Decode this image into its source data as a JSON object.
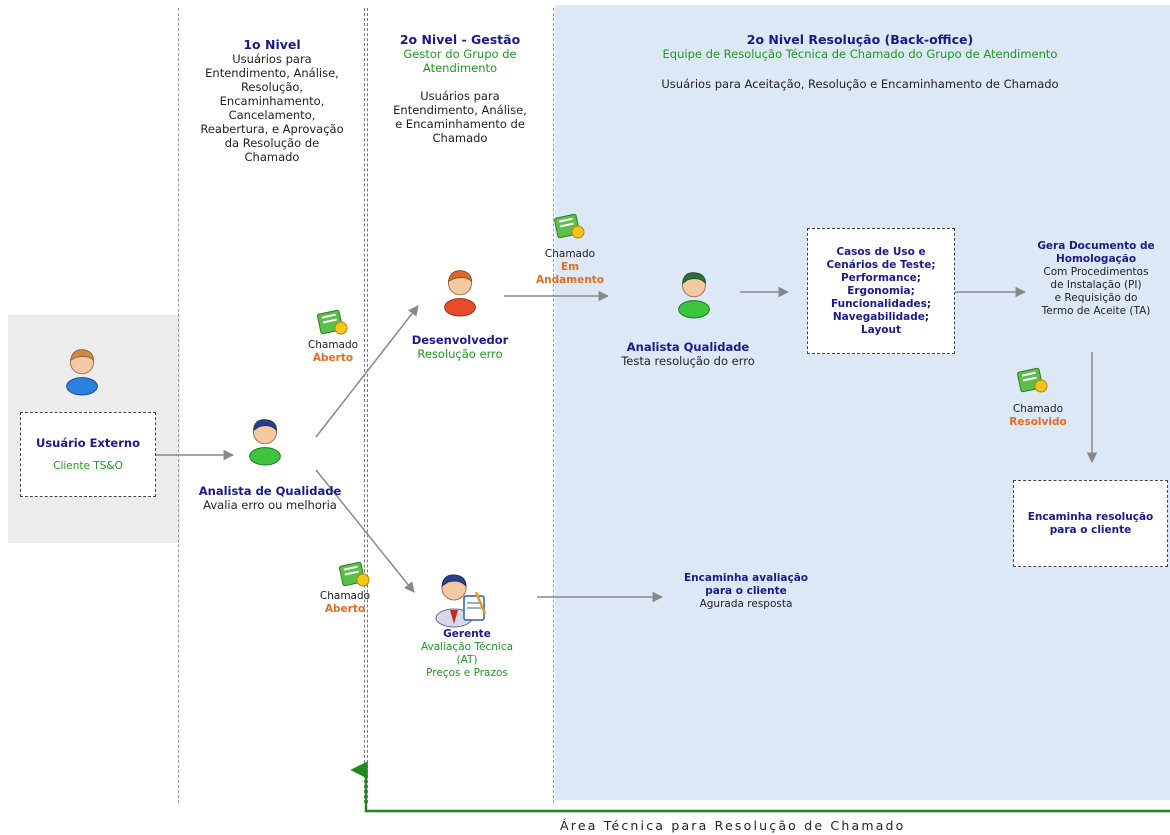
{
  "level1": {
    "title": "1o Nivel",
    "desc": [
      "Usuários para",
      "Entendimento, Análise,",
      "Resolução,",
      "Encaminhamento,",
      "Cancelamento,",
      "Reabertura, e Aprovação",
      "da Resolução de",
      "Chamado"
    ]
  },
  "level2_gestao": {
    "title": "2o Nivel - Gestão",
    "subtitle": [
      "Gestor do Grupo de",
      "Atendimento"
    ],
    "desc": [
      "Usuários para",
      "Entendimento, Análise,",
      "e Encaminhamento de",
      "Chamado"
    ]
  },
  "level2_backoffice": {
    "title": "2o Nivel Resolução (Back-office)",
    "subtitle": "Equipe de Resolução Técnica de Chamado do Grupo de Atendimento",
    "desc": "Usuários para Aceitação, Resolução e Encaminhamento de Chamado"
  },
  "external_user": {
    "title": "Usuário Externo",
    "subtitle": "Cliente TS&O"
  },
  "analyst_quality": {
    "title": "Analista de Qualidade",
    "desc": "Avalia erro ou melhoria"
  },
  "ticket_open_1": {
    "label": "Chamado",
    "status": "Aberto"
  },
  "ticket_open_2": {
    "label": "Chamado",
    "status": "Aberto"
  },
  "developer": {
    "title": "Desenvolvedor",
    "desc": "Resolução erro"
  },
  "ticket_progress": {
    "label": "Chamado",
    "status": [
      "Em",
      "Andamento"
    ]
  },
  "analyst_quality_2": {
    "title": "Analista Qualidade",
    "desc": "Testa resolução do erro"
  },
  "test_cases": [
    "Casos de Uso e",
    "Cenários de Teste;",
    "Performance;",
    "Ergonomia;",
    "Funcionalidades;",
    "Navegabilidade;",
    "Layout"
  ],
  "homolog": {
    "title": [
      "Gera Documento de",
      "Homologação"
    ],
    "desc": [
      "Com Procedimentos",
      "de Instalação (PI)",
      "e Requisição do",
      "Termo de Aceite (TA)"
    ]
  },
  "ticket_resolved": {
    "label": "Chamado",
    "status": "Resolvido"
  },
  "forward_resolution": [
    "Encaminha resolução",
    "para o cliente"
  ],
  "manager": {
    "title": "Gerente",
    "desc": [
      "Avaliação Técnica",
      "(AT)",
      "Preços e Prazos"
    ]
  },
  "forward_evaluation": {
    "title": [
      "Encaminha avaliação",
      "para o cliente"
    ],
    "desc": "Agurada resposta"
  },
  "footer": "Área Técnica para Resolução de Chamado",
  "colors": {
    "accent_blue": "#1a1a8c",
    "green": "#1e9a1e",
    "orange": "#e86c1c",
    "backoffice_bg": "#dde8f6",
    "flow_arrow": "#888888",
    "feedback_arrow": "#1e8a1e"
  }
}
